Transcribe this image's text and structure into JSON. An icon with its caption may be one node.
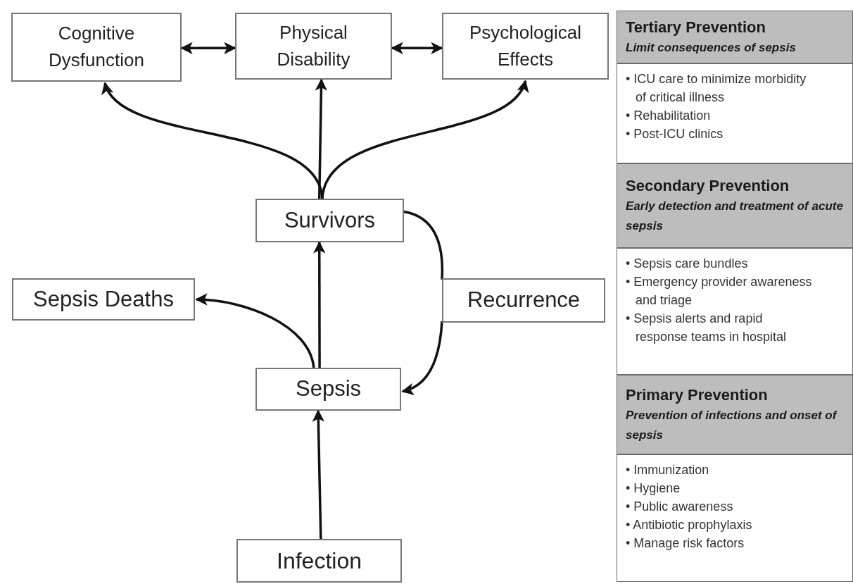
{
  "diagram": {
    "nodes": [
      {
        "text": [
          "Cognitive Dysfunction"
        ]
      },
      {
        "text": [
          "Physical Disability"
        ]
      },
      {
        "text": [
          "Psychological Effects"
        ]
      },
      {
        "text": [
          "Survivors"
        ]
      },
      {
        "text": [
          "Sepsis Deaths"
        ]
      },
      {
        "text": [
          "Recurrence"
        ]
      },
      {
        "text": [
          "Sepsis"
        ]
      },
      {
        "text": [
          "Infection"
        ]
      },
      {
        "text": [
          "Tertiary Prevention",
          "Limit consequences of sepsis"
        ]
      },
      {
        "text": [
          "• ICU care to minimize morbidity of critical illness",
          "• Rehabilitation",
          "• Post-ICU clinics"
        ]
      },
      {
        "text": [
          "Secondary Prevention",
          "Early detection and treatment of acute sepsis"
        ]
      },
      {
        "text": [
          "• Sepsis care bundles",
          "• Emergency provider awareness and triage",
          "• Sepsis alerts and rapid response teams in hospital"
        ]
      },
      {
        "text": [
          "Primary Prevention",
          "Prevention of infections and onset of sepsis"
        ]
      },
      {
        "text": [
          "• Immunization",
          "• Hygiene",
          "• Public awareness",
          "• Antibiotic prophylaxis",
          "• Manage risk factors"
        ]
      }
    ],
    "edges": [
      {
        "from": 0,
        "to": 1,
        "arrow": "both"
      },
      {
        "from": 1,
        "to": 2,
        "arrow": "both"
      },
      {
        "from": 3,
        "to": 0,
        "arrow": "to"
      },
      {
        "from": 3,
        "to": 1,
        "arrow": "to"
      },
      {
        "from": 3,
        "to": 2,
        "arrow": "to"
      },
      {
        "from": 6,
        "to": 3,
        "arrow": "to"
      },
      {
        "from": 6,
        "to": 4,
        "arrow": "to"
      },
      {
        "from": 3,
        "to": 5,
        "arrow": "none"
      },
      {
        "from": 5,
        "to": 6,
        "arrow": "to"
      },
      {
        "from": 7,
        "to": 6,
        "arrow": "to"
      }
    ]
  }
}
